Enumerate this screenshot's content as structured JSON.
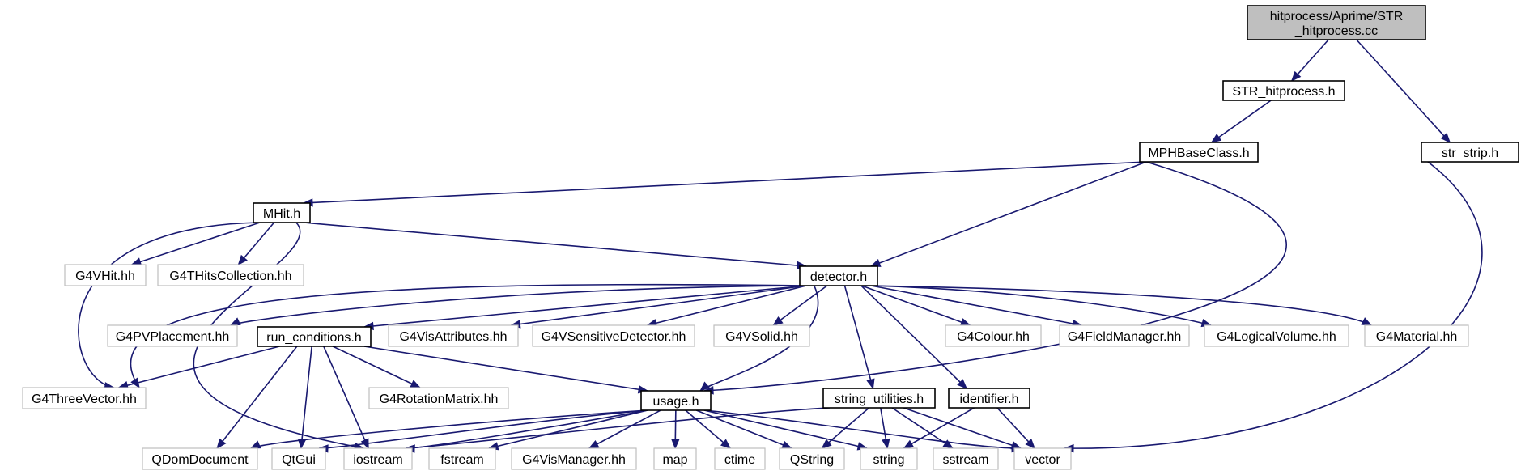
{
  "nodes": [
    {
      "id": "root",
      "lines": [
        "hitprocess/Aprime/STR",
        "_hitprocess.cc"
      ],
      "style": "root"
    },
    {
      "id": "str_hitprocess_h",
      "lines": [
        "STR_hitprocess.h"
      ],
      "style": "normal"
    },
    {
      "id": "str_strip_h",
      "lines": [
        "str_strip.h"
      ],
      "style": "normal"
    },
    {
      "id": "mphbaseclass_h",
      "lines": [
        "MPHBaseClass.h"
      ],
      "style": "normal"
    },
    {
      "id": "mhit_h",
      "lines": [
        "MHit.h"
      ],
      "style": "normal"
    },
    {
      "id": "detector_h",
      "lines": [
        "detector.h"
      ],
      "style": "normal"
    },
    {
      "id": "g4vhit_hh",
      "lines": [
        "G4VHit.hh"
      ],
      "style": "external"
    },
    {
      "id": "g4thitscollection_hh",
      "lines": [
        "G4THitsCollection.hh"
      ],
      "style": "external"
    },
    {
      "id": "g4pvplacement_hh",
      "lines": [
        "G4PVPlacement.hh"
      ],
      "style": "external"
    },
    {
      "id": "run_conditions_h",
      "lines": [
        "run_conditions.h"
      ],
      "style": "normal"
    },
    {
      "id": "g4visattributes_hh",
      "lines": [
        "G4VisAttributes.hh"
      ],
      "style": "external"
    },
    {
      "id": "g4vsensitivedetector_hh",
      "lines": [
        "G4VSensitiveDetector.hh"
      ],
      "style": "external"
    },
    {
      "id": "g4vsolid_hh",
      "lines": [
        "G4VSolid.hh"
      ],
      "style": "external"
    },
    {
      "id": "g4colour_hh",
      "lines": [
        "G4Colour.hh"
      ],
      "style": "external"
    },
    {
      "id": "g4fieldmanager_hh",
      "lines": [
        "G4FieldManager.hh"
      ],
      "style": "external"
    },
    {
      "id": "g4logicalvolume_hh",
      "lines": [
        "G4LogicalVolume.hh"
      ],
      "style": "external"
    },
    {
      "id": "g4material_hh",
      "lines": [
        "G4Material.hh"
      ],
      "style": "external"
    },
    {
      "id": "g4threevector_hh",
      "lines": [
        "G4ThreeVector.hh"
      ],
      "style": "external"
    },
    {
      "id": "g4rotationmatrix_hh",
      "lines": [
        "G4RotationMatrix.hh"
      ],
      "style": "external"
    },
    {
      "id": "usage_h",
      "lines": [
        "usage.h"
      ],
      "style": "normal"
    },
    {
      "id": "string_utilities_h",
      "lines": [
        "string_utilities.h"
      ],
      "style": "normal"
    },
    {
      "id": "identifier_h",
      "lines": [
        "identifier.h"
      ],
      "style": "normal"
    },
    {
      "id": "qdomdocument",
      "lines": [
        "QDomDocument"
      ],
      "style": "external"
    },
    {
      "id": "qtgui",
      "lines": [
        "QtGui"
      ],
      "style": "external"
    },
    {
      "id": "iostream",
      "lines": [
        "iostream"
      ],
      "style": "external"
    },
    {
      "id": "fstream",
      "lines": [
        "fstream"
      ],
      "style": "external"
    },
    {
      "id": "g4vismanager_hh",
      "lines": [
        "G4VisManager.hh"
      ],
      "style": "external"
    },
    {
      "id": "map",
      "lines": [
        "map"
      ],
      "style": "external"
    },
    {
      "id": "ctime",
      "lines": [
        "ctime"
      ],
      "style": "external"
    },
    {
      "id": "qstring",
      "lines": [
        "QString"
      ],
      "style": "external"
    },
    {
      "id": "string",
      "lines": [
        "string"
      ],
      "style": "external"
    },
    {
      "id": "sstream",
      "lines": [
        "sstream"
      ],
      "style": "external"
    },
    {
      "id": "vector",
      "lines": [
        "vector"
      ],
      "style": "external"
    }
  ],
  "edges": [
    [
      "root",
      "str_hitprocess_h"
    ],
    [
      "root",
      "str_strip_h"
    ],
    [
      "str_hitprocess_h",
      "mphbaseclass_h"
    ],
    [
      "str_strip_h",
      "vector"
    ],
    [
      "mphbaseclass_h",
      "mhit_h"
    ],
    [
      "mphbaseclass_h",
      "detector_h"
    ],
    [
      "mphbaseclass_h",
      "usage_h"
    ],
    [
      "mhit_h",
      "g4vhit_hh"
    ],
    [
      "mhit_h",
      "g4thitscollection_hh"
    ],
    [
      "mhit_h",
      "g4threevector_hh"
    ],
    [
      "mhit_h",
      "detector_h"
    ],
    [
      "mhit_h",
      "iostream"
    ],
    [
      "detector_h",
      "g4pvplacement_hh"
    ],
    [
      "detector_h",
      "run_conditions_h"
    ],
    [
      "detector_h",
      "g4visattributes_hh"
    ],
    [
      "detector_h",
      "g4vsensitivedetector_hh"
    ],
    [
      "detector_h",
      "g4vsolid_hh"
    ],
    [
      "detector_h",
      "g4colour_hh"
    ],
    [
      "detector_h",
      "g4fieldmanager_hh"
    ],
    [
      "detector_h",
      "g4logicalvolume_hh"
    ],
    [
      "detector_h",
      "g4material_hh"
    ],
    [
      "detector_h",
      "g4threevector_hh"
    ],
    [
      "detector_h",
      "usage_h"
    ],
    [
      "detector_h",
      "string_utilities_h"
    ],
    [
      "detector_h",
      "identifier_h"
    ],
    [
      "run_conditions_h",
      "g4threevector_hh"
    ],
    [
      "run_conditions_h",
      "g4rotationmatrix_hh"
    ],
    [
      "run_conditions_h",
      "usage_h"
    ],
    [
      "run_conditions_h",
      "qdomdocument"
    ],
    [
      "run_conditions_h",
      "qtgui"
    ],
    [
      "run_conditions_h",
      "iostream"
    ],
    [
      "usage_h",
      "qdomdocument"
    ],
    [
      "usage_h",
      "qtgui"
    ],
    [
      "usage_h",
      "iostream"
    ],
    [
      "usage_h",
      "fstream"
    ],
    [
      "usage_h",
      "g4vismanager_hh"
    ],
    [
      "usage_h",
      "map"
    ],
    [
      "usage_h",
      "ctime"
    ],
    [
      "usage_h",
      "qstring"
    ],
    [
      "usage_h",
      "string"
    ],
    [
      "usage_h",
      "vector"
    ],
    [
      "string_utilities_h",
      "iostream"
    ],
    [
      "string_utilities_h",
      "qstring"
    ],
    [
      "string_utilities_h",
      "string"
    ],
    [
      "string_utilities_h",
      "sstream"
    ],
    [
      "string_utilities_h",
      "vector"
    ],
    [
      "identifier_h",
      "string"
    ],
    [
      "identifier_h",
      "vector"
    ]
  ],
  "colors": {
    "edge": "#191970",
    "root_fill": "#bfbfbf",
    "normal_border": "#000000",
    "external_border": "#bfbfbf",
    "external_text": "#000000"
  }
}
